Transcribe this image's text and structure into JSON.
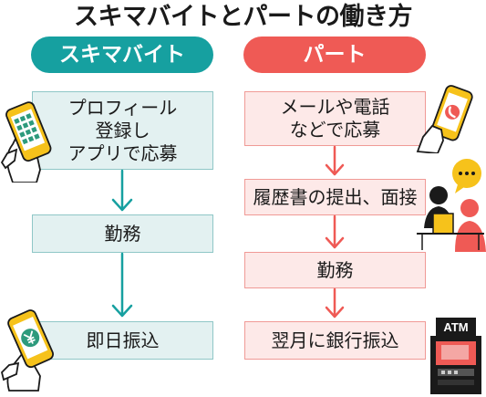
{
  "title": "スキマバイトとパートの働き方",
  "left": {
    "header": "スキマバイト",
    "color": "#16a0a0",
    "steps": [
      {
        "lines": [
          "プロフィール",
          "登録し",
          "アプリで応募"
        ]
      },
      {
        "lines": [
          "勤務"
        ]
      },
      {
        "lines": [
          "即日振込"
        ]
      }
    ]
  },
  "right": {
    "header": "パート",
    "color": "#ef5a55",
    "steps": [
      {
        "lines": [
          "メールや電話",
          "などで応募"
        ]
      },
      {
        "lines": [
          "履歴書の提出、面接"
        ]
      },
      {
        "lines": [
          "勤務"
        ]
      },
      {
        "lines": [
          "翌月に銀行振込"
        ]
      }
    ]
  },
  "illustrations": {
    "phone_app_icon": "phone-app-icon",
    "phone_call_icon": "phone-call-icon",
    "interview_icon": "interview-icon",
    "phone_yen_icon": "phone-yen-icon",
    "atm_icon": "atm-icon",
    "atm_label": "ATM"
  }
}
